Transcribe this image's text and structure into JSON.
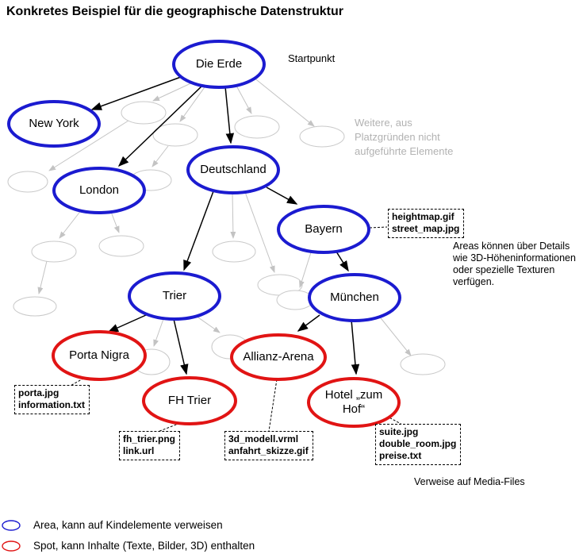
{
  "title": "Konkretes Beispiel für die geographische Datenstruktur",
  "nodes": {
    "die_erde": "Die Erde",
    "new_york": "New York",
    "london": "London",
    "deutschland": "Deutschland",
    "bayern": "Bayern",
    "trier": "Trier",
    "muenchen": "München",
    "porta_nigra": "Porta Nigra",
    "fh_trier": "FH Trier",
    "allianz_arena": "Allianz-Arena",
    "hotel_zum_hof": "Hotel „zum\nHof“"
  },
  "annotations": {
    "startpunkt": "Startpunkt",
    "weitere": "Weitere, aus\nPlatzgründen nicht\naufgeführte Elemente",
    "areas_info": "Areas können über Details\nwie 3D-Höheninformationen\noder spezielle Texturen\nverfügen.",
    "media_files": "Verweise auf Media-Files"
  },
  "file_boxes": {
    "bayern_files": {
      "lines": [
        "heightmap.gif",
        "street_map.jpg"
      ]
    },
    "porta_files": {
      "lines": [
        "porta.jpg",
        "information.txt"
      ]
    },
    "fh_files": {
      "lines": [
        "fh_trier.png",
        "link.url"
      ]
    },
    "allianz_files": {
      "lines": [
        "3d_modell.vrml",
        "anfahrt_skizze.gif"
      ]
    },
    "hotel_files": {
      "lines": [
        "suite.jpg",
        "double_room.jpg",
        "preise.txt"
      ]
    }
  },
  "legend": {
    "area": "Area, kann auf Kindelemente verweisen",
    "spot": "Spot, kann Inhalte (Texte, Bilder, 3D) enthalten"
  },
  "colors": {
    "area_stroke": "#1b1bd0",
    "spot_stroke": "#e11414",
    "placeholder_stroke": "#c9c9c9",
    "gray_arrow": "#c3c3c3",
    "gray_text": "#b2b2b2"
  }
}
